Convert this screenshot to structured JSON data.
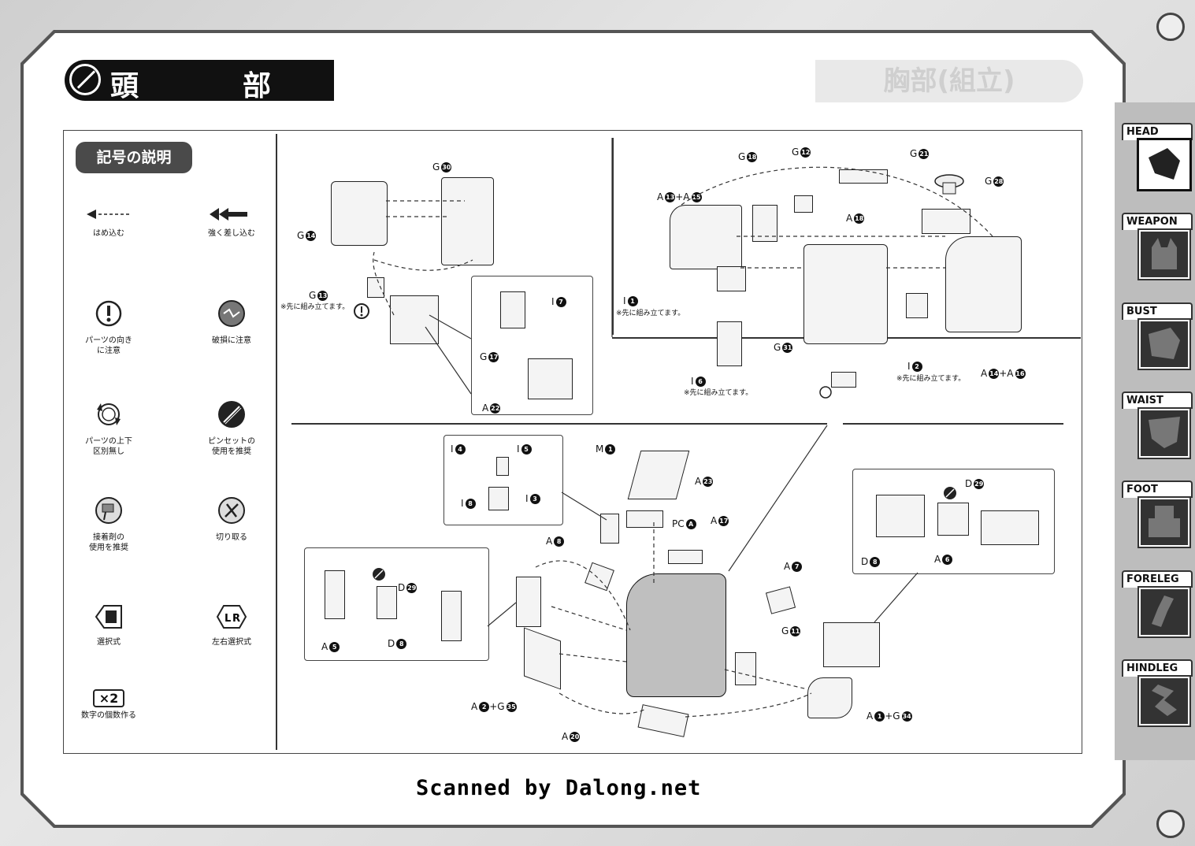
{
  "title": "頭　部",
  "ghost_title": "胸部(組立)",
  "legend": {
    "header": "記号の説明",
    "items": [
      {
        "icon": "insert-arrow-icon",
        "label": "はめ込む"
      },
      {
        "icon": "push-arrow-icon",
        "label": "強く差し込む"
      },
      {
        "icon": "caution-icon",
        "label": "パーツの向き\nに注意"
      },
      {
        "icon": "damage-icon",
        "label": "破損に注意"
      },
      {
        "icon": "rotate-icon",
        "label": "パーツの上下\n区別無し"
      },
      {
        "icon": "tweezers-icon",
        "label": "ピンセットの\n使用を推奨"
      },
      {
        "icon": "glue-icon",
        "label": "接着剤の\n使用を推奨"
      },
      {
        "icon": "cut-icon",
        "label": "切り取る"
      },
      {
        "icon": "select-icon",
        "label": "選択式"
      },
      {
        "icon": "lr-select-icon",
        "label": "左右選択式"
      },
      {
        "icon": "multiply-icon",
        "label": "数字の個数作る",
        "badge": "×2"
      }
    ]
  },
  "step1": {
    "labels": [
      {
        "letter": "G",
        "num": "30"
      },
      {
        "letter": "G",
        "num": "14"
      },
      {
        "letter": "G",
        "num": "13"
      },
      {
        "letter": "I",
        "num": "7"
      },
      {
        "letter": "G",
        "num": "17"
      },
      {
        "letter": "A",
        "num": "22"
      }
    ],
    "note": "※先に組み立てます。"
  },
  "step2": {
    "labels": [
      {
        "letter": "G",
        "num": "18"
      },
      {
        "letter": "G",
        "num": "12"
      },
      {
        "letter": "G",
        "num": "21"
      },
      {
        "letter": "G",
        "num": "28"
      },
      {
        "letter": "A",
        "num": "13",
        "plus_letter": "A",
        "plus_num": "15"
      },
      {
        "letter": "A",
        "num": "18"
      },
      {
        "letter": "I",
        "num": "1"
      },
      {
        "letter": "G",
        "num": "31"
      },
      {
        "letter": "I",
        "num": "2"
      },
      {
        "letter": "I",
        "num": "6"
      },
      {
        "letter": "A",
        "num": "14",
        "plus_letter": "A",
        "plus_num": "16"
      }
    ],
    "note1": "※先に組み立てます。",
    "note2": "※先に組み立てます。",
    "note3": "※先に組み立てます。"
  },
  "step3": {
    "labels": [
      {
        "letter": "I",
        "num": "4"
      },
      {
        "letter": "I",
        "num": "5"
      },
      {
        "letter": "I",
        "num": "8"
      },
      {
        "letter": "I",
        "num": "3"
      },
      {
        "letter": "M",
        "num": "1"
      },
      {
        "letter": "A",
        "num": "23"
      },
      {
        "letter": "PC",
        "num": "A"
      },
      {
        "letter": "A",
        "num": "17"
      },
      {
        "letter": "A",
        "num": "8"
      },
      {
        "letter": "D",
        "num": "29"
      },
      {
        "letter": "A",
        "num": "5"
      },
      {
        "letter": "D",
        "num": "8"
      },
      {
        "letter": "A",
        "num": "7"
      },
      {
        "letter": "G",
        "num": "11"
      },
      {
        "letter": "A",
        "num": "2",
        "plus_letter": "G",
        "plus_num": "35"
      },
      {
        "letter": "A",
        "num": "1",
        "plus_letter": "G",
        "plus_num": "34"
      },
      {
        "letter": "A",
        "num": "20"
      },
      {
        "letter": "D",
        "num": "29"
      },
      {
        "letter": "D",
        "num": "8"
      },
      {
        "letter": "A",
        "num": "6"
      }
    ]
  },
  "sidebar": {
    "tabs": [
      "HEAD",
      "WEAPON",
      "BUST",
      "WAIST",
      "FOOT",
      "FORELEG",
      "HINDLEG"
    ],
    "active": "HEAD"
  },
  "footer": {
    "scanned": "Scanned by Dalong.net"
  }
}
